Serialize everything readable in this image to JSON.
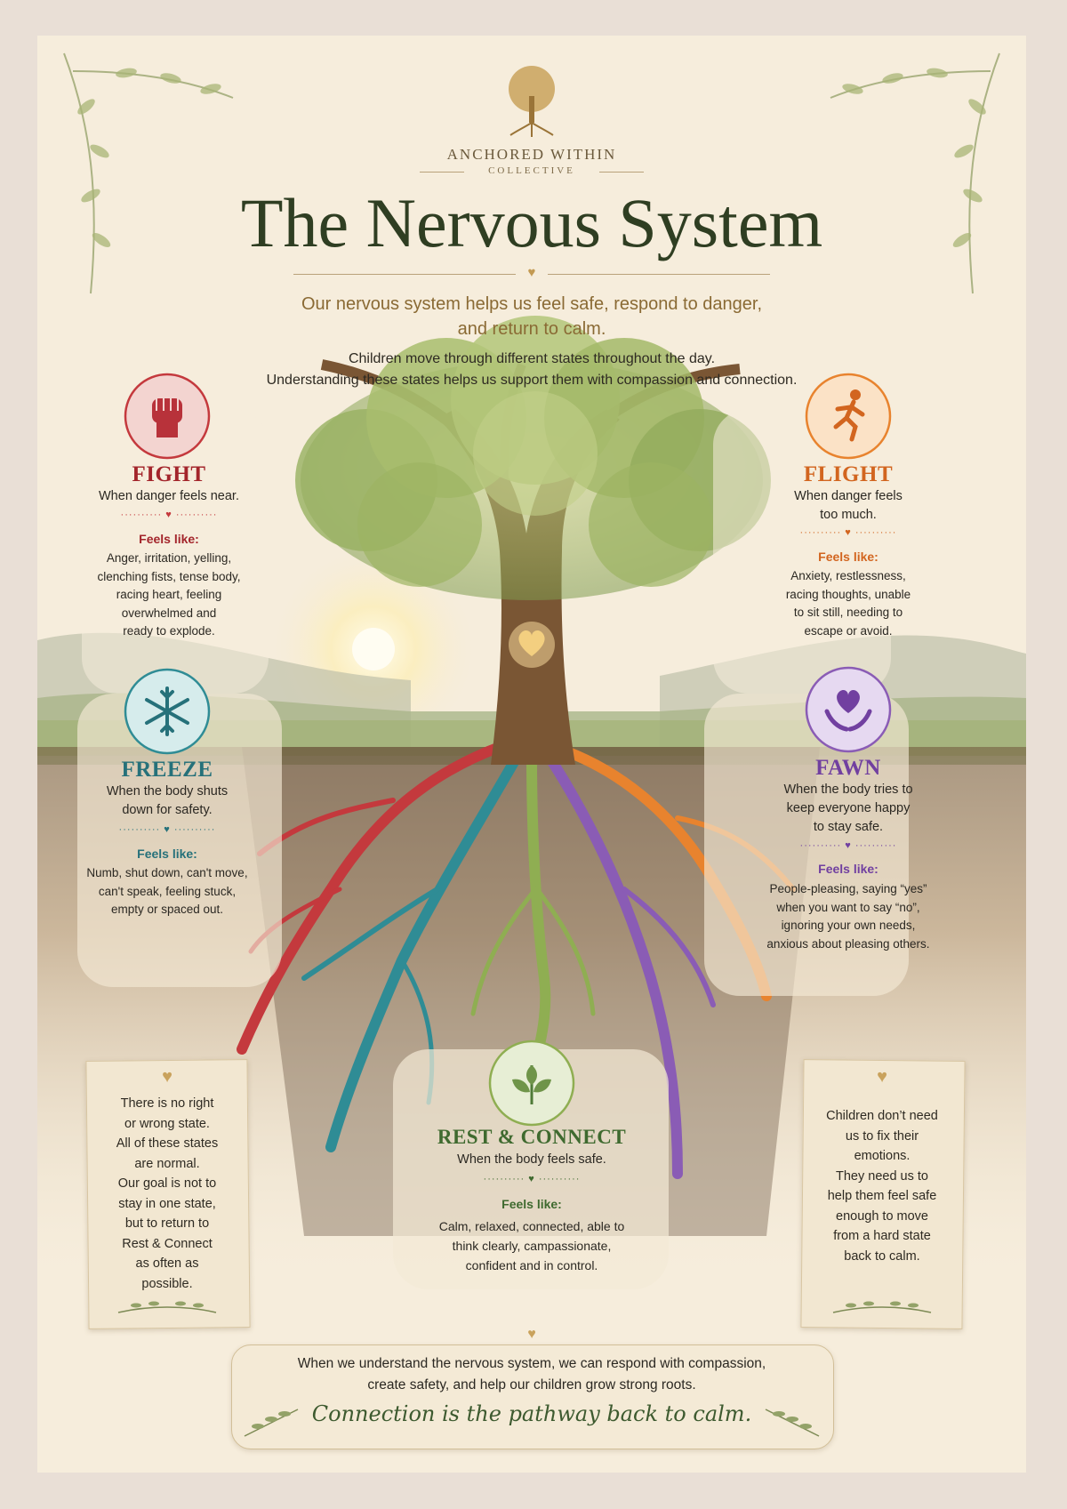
{
  "brand": {
    "name": "ANCHORED WITHIN",
    "sub": "COLLECTIVE"
  },
  "title": "The Nervous System",
  "intro": {
    "line1": "Our nervous system helps us feel safe, respond to danger,",
    "line2": "and return to calm.",
    "line3": "Children move through different states throughout the day.",
    "line4": "Understanding these states helps us support them with compassion and connection."
  },
  "states": {
    "fight": {
      "title": "FIGHT",
      "desc": [
        "When danger feels near."
      ],
      "feels_label": "Feels like:",
      "feels": [
        "Anger, irritation, yelling,",
        "clenching fists, tense body,",
        "racing heart, feeling",
        "overwhelmed and",
        "ready to explode."
      ],
      "color": "#a3252b",
      "icon": "raised-fist-icon"
    },
    "flight": {
      "title": "FLIGHT",
      "desc": [
        "When danger feels",
        "too much."
      ],
      "feels_label": "Feels like:",
      "feels": [
        "Anxiety, restlessness,",
        "racing thoughts, unable",
        "to sit still, needing to",
        "escape or avoid."
      ],
      "color": "#d2651f",
      "icon": "running-person-icon"
    },
    "freeze": {
      "title": "FREEZE",
      "desc": [
        "When the body shuts",
        "down for safety."
      ],
      "feels_label": "Feels like:",
      "feels": [
        "Numb, shut down, can't move,",
        "can't speak, feeling stuck,",
        "empty or spaced out."
      ],
      "color": "#26717a",
      "icon": "snowflake-icon"
    },
    "fawn": {
      "title": "FAWN",
      "desc": [
        "When the body tries to",
        "keep everyone happy",
        "to stay safe."
      ],
      "feels_label": "Feels like:",
      "feels": [
        "People-pleasing, saying “yes”",
        "when you want to say “no”,",
        "ignoring your own needs,",
        "anxious about pleasing others."
      ],
      "color": "#7140a0",
      "icon": "heart-in-hands-icon"
    },
    "rest": {
      "title": "REST & CONNECT",
      "desc": [
        "When the body feels safe."
      ],
      "feels_label": "Feels like:",
      "feels": [
        "Calm, relaxed, connected, able to",
        "think clearly, campassionate,",
        "confident and in control."
      ],
      "color": "#3f6a2f",
      "icon": "sprout-icon"
    }
  },
  "notes": {
    "left": [
      "There is no right",
      "or wrong state.",
      "All of these states",
      "are normal.",
      "Our goal is not to",
      "stay in one state,",
      "but to return to",
      "Rest & Connect",
      "as often as",
      "possible."
    ],
    "right": [
      "Children don’t need",
      "us to fix their",
      "emotions.",
      "They need us to",
      "help them feel safe",
      "enough to move",
      "from a hard state",
      "back to calm."
    ]
  },
  "banner": {
    "line1": "When we understand the nervous system, we can respond with compassion,",
    "line2": "create safety, and help our children grow strong roots.",
    "quote": "Connection is the pathway back to calm."
  },
  "colors": {
    "fight": "#c4393d",
    "flight": "#e8832e",
    "freeze": "#2f8c95",
    "fawn": "#8a5cb5",
    "rest": "#8fae52",
    "trunk": "#7a5634",
    "canopy": "#8fae5a"
  }
}
